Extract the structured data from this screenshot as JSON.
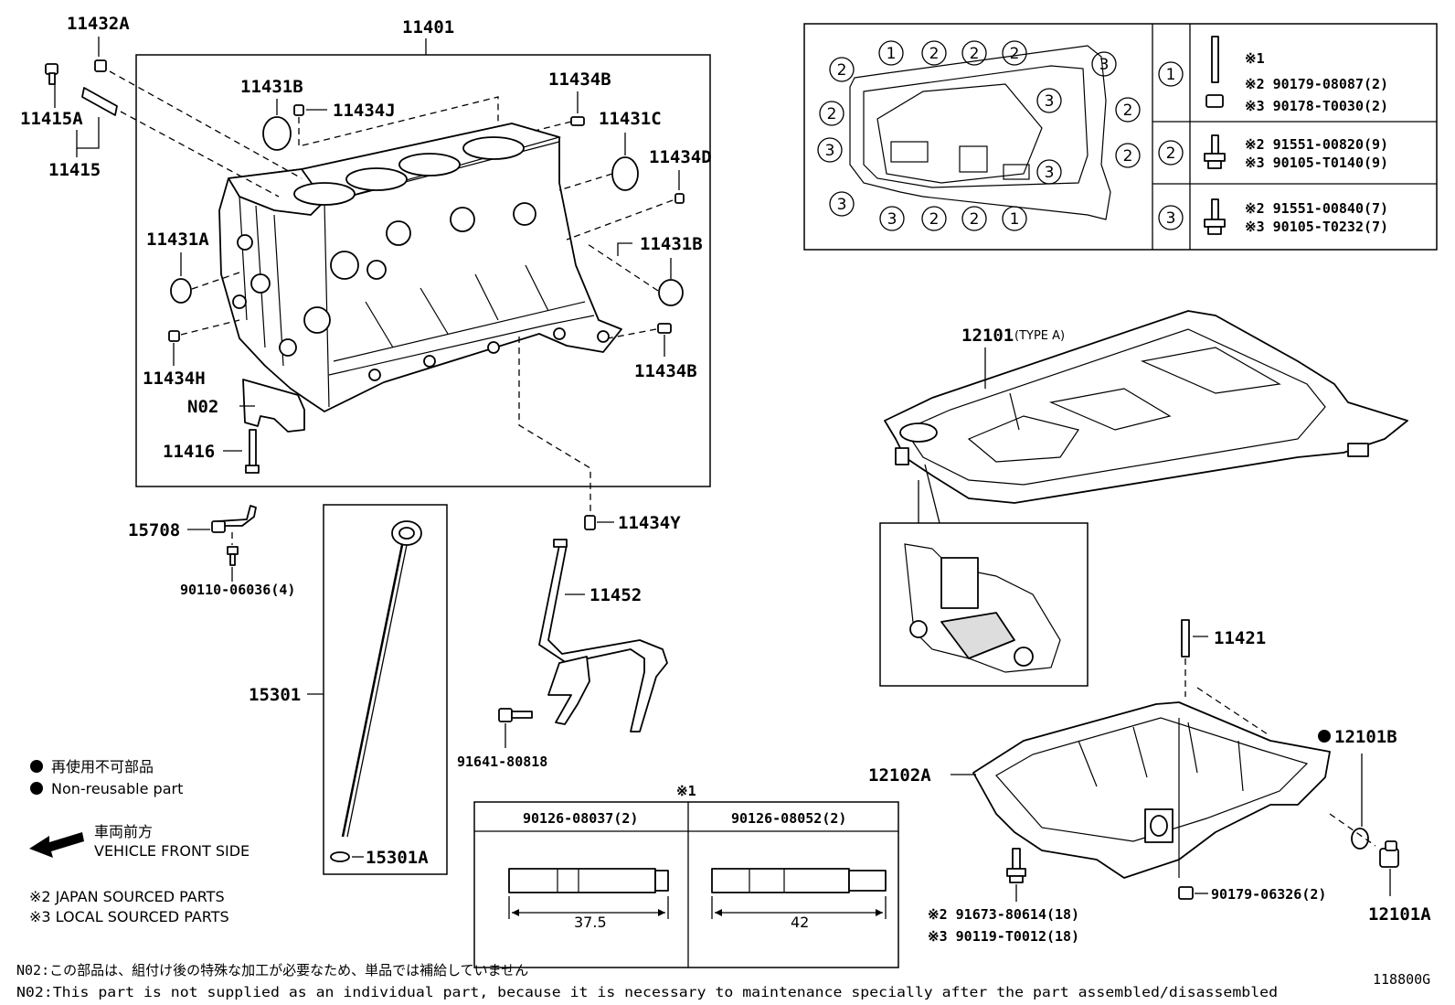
{
  "labels": {
    "block": "11401",
    "p11432A": "11432A",
    "p11415A": "11415A",
    "p11415": "11415",
    "p11431B_top": "11431B",
    "p11434J": "11434J",
    "p11434B_top": "11434B",
    "p11431C": "11431C",
    "p11434D": "11434D",
    "p11431A": "11431A",
    "p11431B_mid": "11431B",
    "p11434H": "11434H",
    "pN02": "N02",
    "p11434B_mid": "11434B",
    "p11416": "11416",
    "p11434Y": "11434Y",
    "p15708": "15708",
    "p90110": "90110-06036(4)",
    "p15301": "15301",
    "p15301A": "15301A",
    "p11452": "11452",
    "p91641": "91641-80818",
    "p12101": "12101",
    "p12101_type": "(TYPE A)",
    "p11421": "11421",
    "p12101B": "12101B",
    "p12102A": "12102A",
    "p90179": "90179-06326(2)",
    "p12101A": "12101A",
    "p91673": "※2 91673-80614(18)",
    "p90119": "※3 90119-T0012(18)"
  },
  "bolt_table": {
    "rows": [
      {
        "n": "1",
        "l1": "※1",
        "l2": "※2  90179-08087(2)",
        "l3": "※3  90178-T0030(2)"
      },
      {
        "n": "2",
        "l1": "",
        "l2": "※2  91551-00820(9)",
        "l3": "※3  90105-T0140(9)"
      },
      {
        "n": "3",
        "l1": "",
        "l2": "※2  91551-00840(7)",
        "l3": "※3  90105-T0232(7)"
      }
    ]
  },
  "gasket_numbers": {
    "top": [
      "1",
      "2",
      "2",
      "2"
    ],
    "left": [
      "2",
      "2",
      "3",
      "3"
    ],
    "bottom": [
      "3",
      "2",
      "2",
      "1"
    ],
    "inner": [
      "3",
      "3"
    ],
    "right": [
      "3",
      "2",
      "2"
    ]
  },
  "stud_table": {
    "mark": "※1",
    "col1": "90126-08037(2)",
    "col2": "90126-08052(2)",
    "dim1": "37.5",
    "dim2": "42"
  },
  "legend": {
    "nonreuse_jp": "再使用不可部品",
    "nonreuse_en": "Non-reusable part",
    "front_jp": "車両前方",
    "front_en": "VEHICLE FRONT SIDE",
    "japan": "※2 JAPAN SOURCED PARTS",
    "local": "※3 LOCAL SOURCED PARTS"
  },
  "notes": {
    "jp": "N02:この部品は、組付け後の特殊な加工が必要なため、単品では補給していません",
    "en": "N02:This part is not supplied as an individual part, because it is necessary to maintenance specially after the part assembled/disassembled"
  },
  "figure_id": "118800G"
}
